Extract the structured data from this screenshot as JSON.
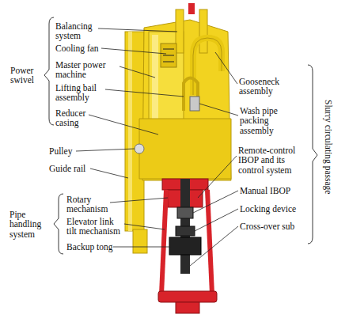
{
  "diagram": {
    "labels": [
      "Balancing system",
      "Cooling fan",
      "Power swivel",
      "Master power machine",
      "Lifting bail assembly",
      "Reducer casing",
      "Pulley",
      "Guide rail",
      "Rotary mechanism",
      "Pipe handling system",
      "Elevator link tilt mechanism",
      "Backup tong",
      "Gooseneck assembly",
      "Wash pipe packing assembly",
      "Slurry circulating passage",
      "Remote-control IBOP and its control system",
      "Manual IBOP",
      "Locking device",
      "Cross-over sub"
    ]
  }
}
